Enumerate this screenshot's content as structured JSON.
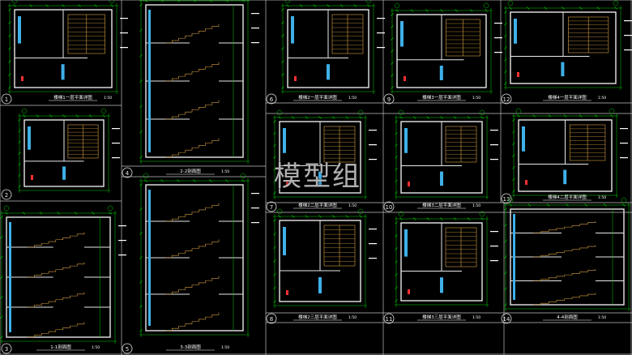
{
  "watermark": "模型组",
  "colors": {
    "background": "#000000",
    "wall": "#e8e8e8",
    "dimension": "#00d000",
    "stair": "#d8a040",
    "column": "#3fb0e8",
    "label": "#ffffff",
    "frame": "#bfbfbf",
    "accent": "#ff3030"
  },
  "panels": [
    {
      "number": "1",
      "title": "楼梯1一层平面详图",
      "scale": "1:50",
      "kind": "plan"
    },
    {
      "number": "2",
      "title": "",
      "scale": "",
      "kind": "plan"
    },
    {
      "number": "3",
      "title": "1-1剖面图",
      "scale": "1:50",
      "kind": "section"
    },
    {
      "number": "4",
      "title": "2-2剖面图",
      "scale": "1:50",
      "kind": "section"
    },
    {
      "number": "5",
      "title": "3-3剖面图",
      "scale": "1:50",
      "kind": "section"
    },
    {
      "number": "6",
      "title": "楼梯2一层平面详图",
      "scale": "1:50",
      "kind": "plan"
    },
    {
      "number": "7",
      "title": "楼梯2二层平面详图",
      "scale": "1:50",
      "kind": "plan"
    },
    {
      "number": "8",
      "title": "楼梯2三层平面详图",
      "scale": "1:50",
      "kind": "plan"
    },
    {
      "number": "9",
      "title": "楼梯3一层平面详图",
      "scale": "1:50",
      "kind": "plan"
    },
    {
      "number": "10",
      "title": "楼梯3二层平面详图",
      "scale": "1:50",
      "kind": "plan"
    },
    {
      "number": "11",
      "title": "楼梯3三层平面详图",
      "scale": "1:50",
      "kind": "plan"
    },
    {
      "number": "12",
      "title": "楼梯4一层平面详图",
      "scale": "1:50",
      "kind": "plan"
    },
    {
      "number": "13",
      "title": "楼梯4二层平面详图",
      "scale": "1:50",
      "kind": "plan"
    },
    {
      "number": "14",
      "title": "4-4剖面图",
      "scale": "1:50",
      "kind": "section"
    }
  ]
}
